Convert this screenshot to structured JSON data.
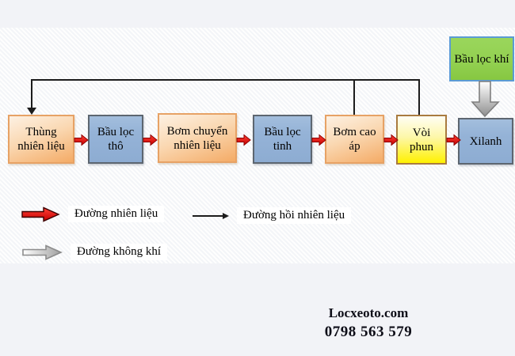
{
  "diagram": {
    "flow_boxes": [
      {
        "id": "fuel-tank",
        "label": "Thùng nhiên liệu"
      },
      {
        "id": "coarse-filter",
        "label": "Bầu lọc thô"
      },
      {
        "id": "transfer-pump",
        "label": "Bơm chuyển nhiên liệu"
      },
      {
        "id": "fine-filter",
        "label": "Bầu lọc tinh"
      },
      {
        "id": "high-pressure-pump",
        "label": "Bơm cao áp"
      },
      {
        "id": "injector",
        "label": "Vòi phun"
      },
      {
        "id": "cylinder",
        "label": "Xilanh"
      }
    ],
    "air_filter_box": {
      "label": "Bầu lọc khí"
    },
    "legend": {
      "fuel_line_label": "Đường nhiên liệu",
      "fuel_return_line_label": "Đường hồi nhiên liệu",
      "air_line_label": "Đường không khí"
    },
    "colors": {
      "fuel_arrow": "#e20613",
      "return_line": "#1c1c1c",
      "air_arrow": "#9a9a9a",
      "tank_box": "#f4ab66",
      "filter_box": "#95b3d7",
      "injector_box": "#fff100",
      "air_filter_box": "#92d050"
    }
  },
  "footer": {
    "website": "Locxeoto.com",
    "phone": "0798 563 579"
  }
}
